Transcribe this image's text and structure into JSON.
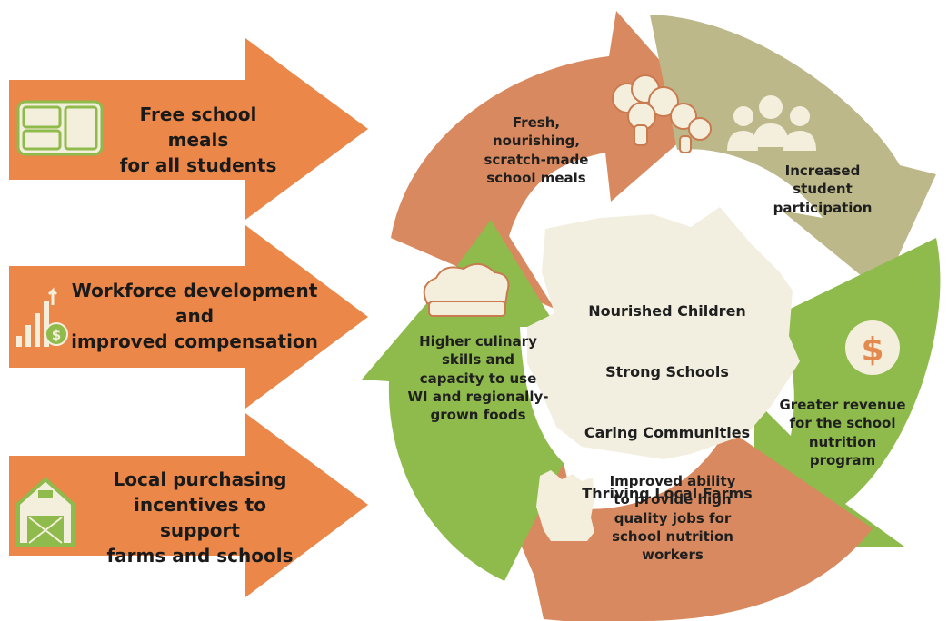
{
  "colors": {
    "orange": "#eb8748",
    "arrow_orange_dark": "#d8895f",
    "tan": "#bcb88a",
    "green": "#8fba4c",
    "center_fill": "#f3efe0",
    "icon_cream": "#f4eedd"
  },
  "inputs": [
    {
      "label": "Free school meals\nfor all students",
      "icon": "lunch-tray-icon"
    },
    {
      "label": "Workforce development\nand\nimproved compensation",
      "icon": "growth-chart-dollar-icon"
    },
    {
      "label": "Local purchasing\nincentives to support\nfarms and schools",
      "icon": "barn-icon"
    }
  ],
  "cycle": {
    "center_lines": [
      "Nourished Children",
      "Strong Schools",
      "Caring Communities",
      "Thriving Local Farms"
    ],
    "steps": [
      {
        "label": "Fresh,\nnourishing,\nscratch-made\nschool meals",
        "icon": "broccoli-icon"
      },
      {
        "label": "Increased\nstudent\nparticipation",
        "icon": "students-group-icon"
      },
      {
        "label": "Greater revenue\nfor the school\nnutrition\nprogram",
        "icon": "dollar-icon"
      },
      {
        "label": "Improved ability\nto provide high\nquality jobs for\nschool nutrition\nworkers",
        "icon": "wisconsin-map-icon"
      },
      {
        "label": "Higher culinary\nskills and\ncapacity to use\nWI and regionally-\ngrown foods",
        "icon": "chef-hat-icon"
      }
    ]
  }
}
